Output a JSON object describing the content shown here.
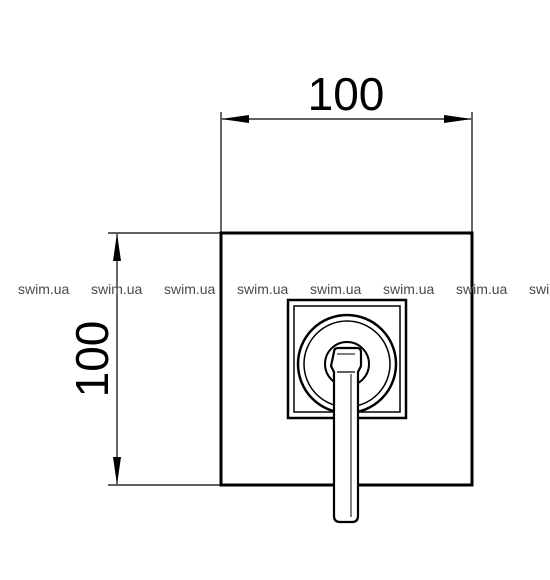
{
  "dimensions": {
    "width_label": "100",
    "height_label": "100"
  },
  "watermarks": [
    "swim.ua",
    "swim.ua",
    "swim.ua",
    "swim.ua",
    "swim.ua",
    "swim.ua",
    "swim.ua",
    "swim"
  ],
  "colors": {
    "line": "#000000",
    "background": "#ffffff",
    "watermark": "#4a4a4a"
  }
}
